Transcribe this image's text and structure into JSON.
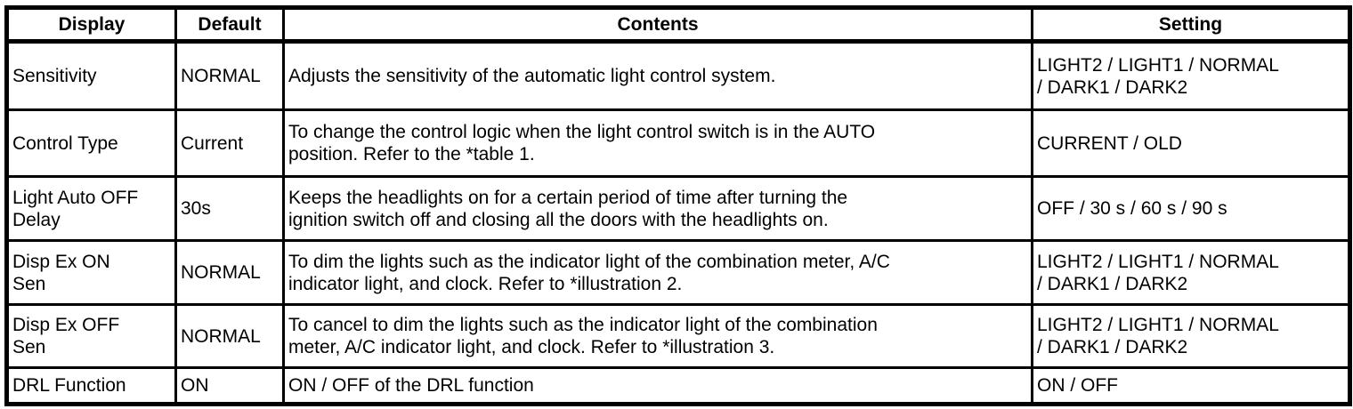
{
  "table": {
    "headers": {
      "display": "Display",
      "default": "Default",
      "contents": "Contents",
      "setting": "Setting"
    },
    "rows": [
      {
        "display": "Sensitivity",
        "default": "NORMAL",
        "contents": "Adjusts the sensitivity of the automatic light control system.",
        "setting": "LIGHT2 / LIGHT1 / NORMAL\n/ DARK1 / DARK2"
      },
      {
        "display": "Control Type",
        "default": "Current",
        "contents": "To change the control logic when the light control switch is in the AUTO\nposition. Refer to the *table 1.",
        "setting": "CURRENT / OLD"
      },
      {
        "display": "Light Auto OFF\nDelay",
        "default": "30s",
        "contents": "Keeps the headlights on for a certain period of time after turning the\nignition switch off and closing all the doors with the headlights on.",
        "setting": "OFF / 30 s / 60 s / 90 s"
      },
      {
        "display": "Disp Ex ON\nSen",
        "default": "NORMAL",
        "contents": "To dim the lights such as the indicator light of the combination meter, A/C\nindicator light, and clock. Refer to *illustration 2.",
        "setting": "LIGHT2 / LIGHT1 / NORMAL\n/ DARK1 / DARK2"
      },
      {
        "display": "Disp Ex OFF\nSen",
        "default": "NORMAL",
        "contents": "To cancel to dim the lights such as the indicator light of the combination\nmeter, A/C indicator light, and clock. Refer to *illustration 3.",
        "setting": "LIGHT2 / LIGHT1 / NORMAL\n/ DARK1 / DARK2"
      },
      {
        "display": "DRL Function",
        "default": "ON",
        "contents": "ON / OFF of the DRL function",
        "setting": "ON / OFF"
      }
    ]
  }
}
